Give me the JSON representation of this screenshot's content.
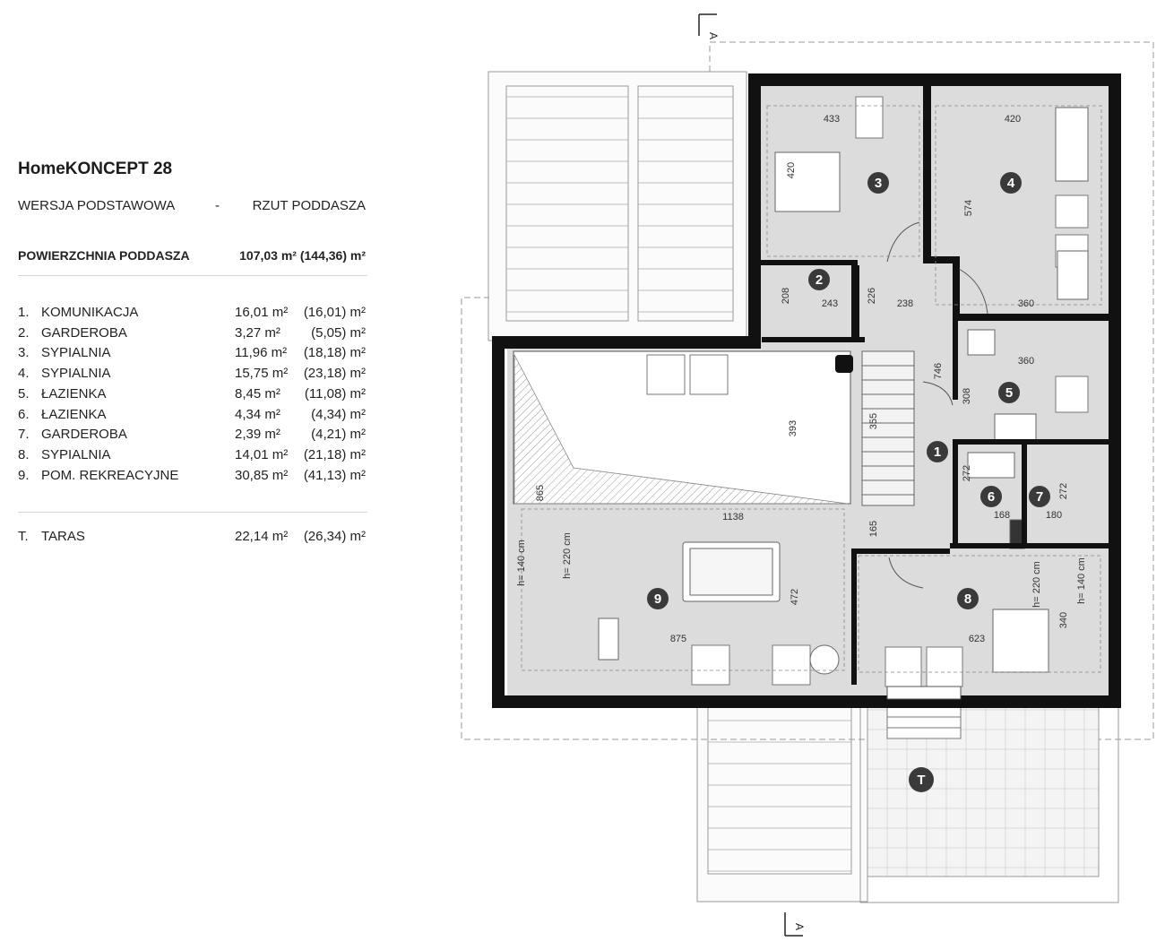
{
  "header": {
    "title": "HomeKONCEPT 28",
    "version": "WERSJA  PODSTAWOWA",
    "separator": "-",
    "view": "RZUT PODDASZA"
  },
  "summary": {
    "label": "POWIERZCHNIA PODDASZA",
    "value": "107,03 m² (144,36) m²"
  },
  "rooms": [
    {
      "num": "1.",
      "name": "KOMUNIKACJA",
      "area": "16,01 m²",
      "area2": "(16,01) m²"
    },
    {
      "num": "2.",
      "name": "GARDEROBA",
      "area": "3,27 m²",
      "area2": "(5,05) m²"
    },
    {
      "num": "3.",
      "name": "SYPIALNIA",
      "area": "11,96 m²",
      "area2": "(18,18) m²"
    },
    {
      "num": "4.",
      "name": "SYPIALNIA",
      "area": "15,75 m²",
      "area2": "(23,18) m²"
    },
    {
      "num": "5.",
      "name": "ŁAZIENKA",
      "area": "8,45 m²",
      "area2": "(11,08) m²"
    },
    {
      "num": "6.",
      "name": "ŁAZIENKA",
      "area": "4,34 m²",
      "area2": "(4,34) m²"
    },
    {
      "num": "7.",
      "name": "GARDEROBA",
      "area": "2,39 m²",
      "area2": "(4,21) m²"
    },
    {
      "num": "8.",
      "name": "SYPIALNIA",
      "area": "14,01 m²",
      "area2": "(21,18) m²"
    },
    {
      "num": "9.",
      "name": "POM. REKREACYJNE",
      "area": "30,85 m²",
      "area2": "(41,13) m²"
    }
  ],
  "terrace": {
    "num": "T.",
    "name": "TARAS",
    "area": "22,14 m²",
    "area2": "(26,34) m²"
  },
  "plan": {
    "markers": [
      "1",
      "2",
      "3",
      "4",
      "5",
      "6",
      "7",
      "8",
      "9",
      "T"
    ],
    "section_label": "A",
    "dims": [
      "433",
      "420",
      "420",
      "574",
      "208",
      "243",
      "226",
      "238",
      "360",
      "360",
      "746",
      "308",
      "393",
      "355",
      "865",
      "1138",
      "165",
      "272",
      "168",
      "272",
      "180",
      "h= 140 cm",
      "h= 220 cm",
      "472",
      "875",
      "623",
      "h= 220 cm",
      "h= 140 cm",
      "340"
    ]
  },
  "colors": {
    "wall": "#111111",
    "floor": "#dcdcdc",
    "marker": "#3a3a3a",
    "dashed": "#9a9a9a"
  }
}
